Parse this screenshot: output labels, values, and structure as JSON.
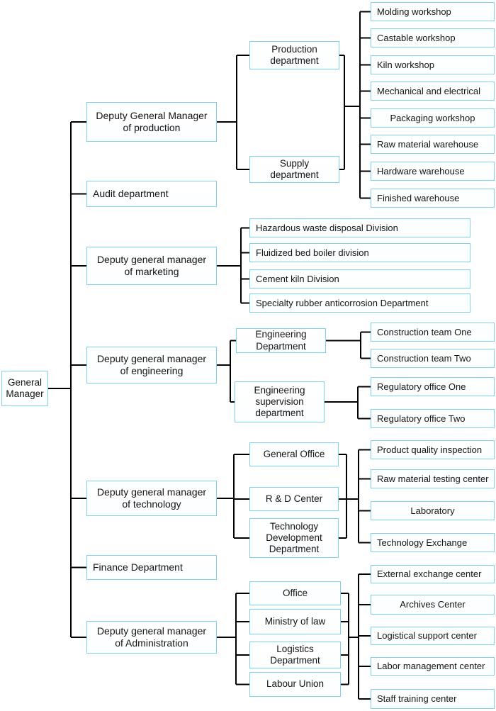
{
  "colors": {
    "box_border": "#7ed2ee",
    "connector": "#000000",
    "text": "#141414",
    "background": "#ffffff"
  },
  "org": {
    "root": "General Manager",
    "groups": {
      "production": {
        "manager": "Deputy General Manager of production",
        "departments": [
          "Production department",
          "Supply department"
        ],
        "shared_units": [
          "Molding workshop",
          "Castable workshop",
          "Kiln workshop",
          "Mechanical and electrical",
          "Packaging workshop",
          "Raw material warehouse",
          "Hardware warehouse",
          "Finished warehouse"
        ]
      },
      "audit": {
        "label": "Audit department"
      },
      "marketing": {
        "manager": "Deputy general manager of marketing",
        "departments": [
          "Hazardous waste disposal Division",
          "Fluidized bed boiler division",
          "Cement kiln Division",
          "Specialty rubber anticorrosion Department"
        ]
      },
      "engineering": {
        "manager": "Deputy general manager of engineering",
        "departments": [
          {
            "label": "Engineering Department",
            "units": [
              "Construction team One",
              "Construction team Two"
            ]
          },
          {
            "label": "Engineering supervision department",
            "units": [
              "Regulatory office One",
              "Regulatory office Two"
            ]
          }
        ]
      },
      "technology": {
        "manager": "Deputy general manager of technology",
        "departments": [
          "General Office",
          "R & D Center",
          "Technology Development Department"
        ],
        "shared_units": [
          "Product quality inspection",
          "Raw material testing center",
          "Laboratory",
          "Technology Exchange"
        ]
      },
      "finance": {
        "label": "Finance Department"
      },
      "administration": {
        "manager": "Deputy general manager of Administration",
        "departments": [
          "Office",
          "Ministry of law",
          "Logistics Department",
          "Labour Union"
        ],
        "shared_units": [
          "External exchange center",
          "Archives Center",
          "Logistical support center",
          "Labor management center",
          "Staff training center"
        ]
      }
    }
  }
}
